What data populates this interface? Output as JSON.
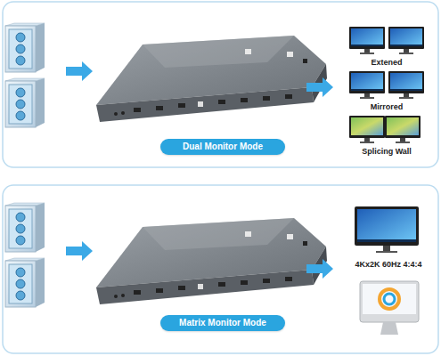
{
  "diagram": {
    "nodes": [
      {
        "text": [
          "Dual Monitor Mode"
        ]
      },
      {
        "text": [
          "Matrix Monitor Mode"
        ]
      }
    ],
    "labels": [
      "Extened",
      "Mirrored",
      "Splicing Wall",
      "4Kx2K 60Hz 4:4:4"
    ]
  }
}
